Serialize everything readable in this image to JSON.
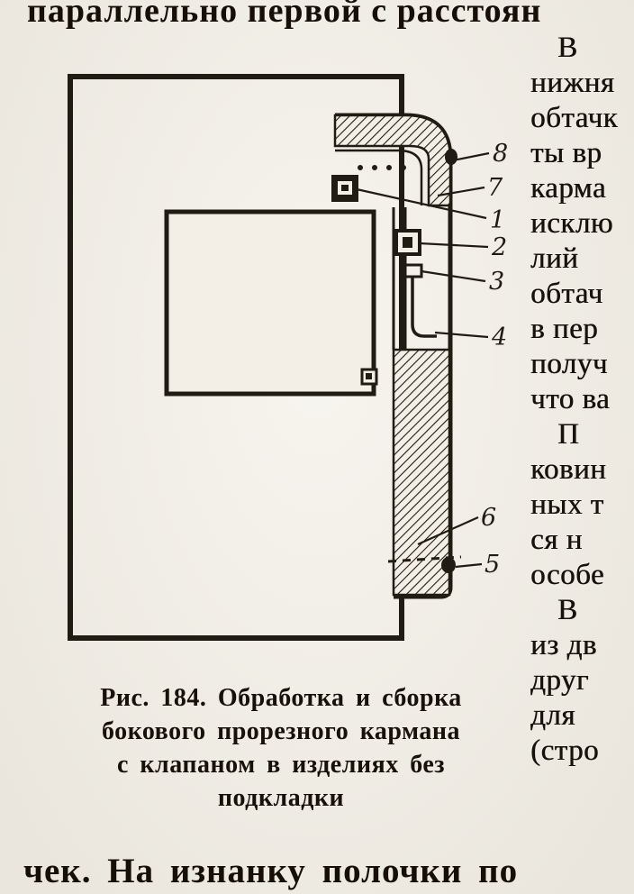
{
  "colors": {
    "paper": "#f3efe6",
    "ink": "#211c13"
  },
  "page": {
    "top_line": "параллельно первой с расстоян",
    "bottom_line": "чек. На изнанку полочки по"
  },
  "figure": {
    "caption": {
      "line1": "Рис. 184. Обработка и сборка",
      "line2": "бокового прорезного кармана",
      "line3": "с клапаном в изделиях без",
      "line4": "подкладки"
    },
    "callouts": [
      "8",
      "7",
      "1",
      "2",
      "3",
      "4",
      "6",
      "5"
    ]
  },
  "right_column": {
    "lines": [
      "В",
      "нижня",
      "обтачк",
      "ты вр",
      "карма",
      "исклю",
      "лий",
      "обтач",
      "в пер",
      "получ",
      "что ва",
      "П",
      "ковин",
      "ных т",
      "ся н",
      "особе",
      "В",
      "из дв",
      "друг",
      "для",
      "(стро"
    ]
  }
}
